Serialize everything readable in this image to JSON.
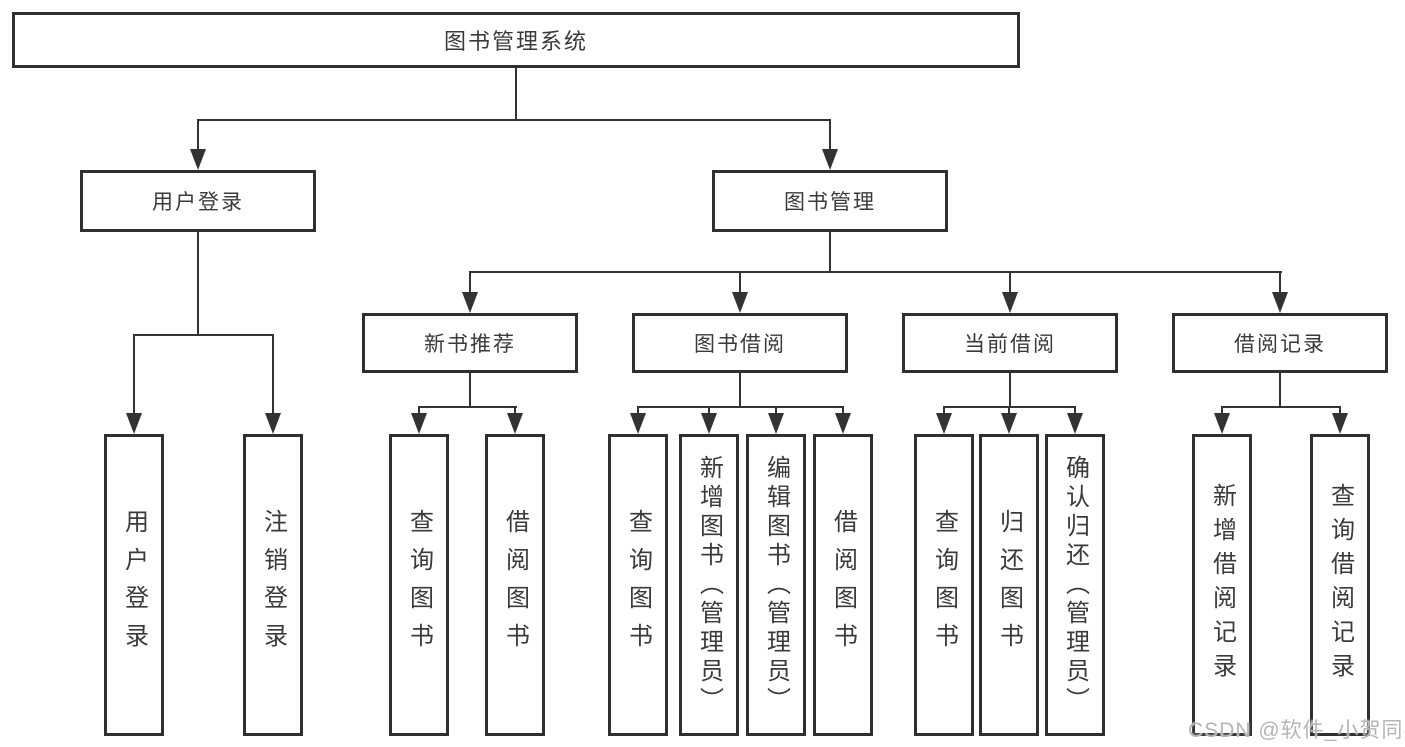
{
  "tree": {
    "root": {
      "label": "图书管理系统",
      "children": [
        {
          "label": "用户登录",
          "children": [
            {
              "label": "用户登录"
            },
            {
              "label": "注销登录"
            }
          ]
        },
        {
          "label": "图书管理",
          "children": [
            {
              "label": "新书推荐",
              "children": [
                {
                  "label": "查询图书"
                },
                {
                  "label": "借阅图书"
                }
              ]
            },
            {
              "label": "图书借阅",
              "children": [
                {
                  "label": "查询图书"
                },
                {
                  "label": "新增图书（管理员）"
                },
                {
                  "label": "编辑图书（管理员）"
                },
                {
                  "label": "借阅图书"
                }
              ]
            },
            {
              "label": "当前借阅",
              "children": [
                {
                  "label": "查询图书"
                },
                {
                  "label": "归还图书"
                },
                {
                  "label": "确认归还（管理员）"
                }
              ]
            },
            {
              "label": "借阅记录",
              "children": [
                {
                  "label": "新增借阅记录"
                },
                {
                  "label": "查询借阅记录"
                }
              ]
            }
          ]
        }
      ]
    }
  },
  "watermark": {
    "text": "CSDN @软件_小贺同学"
  },
  "colors": {
    "line": "#333333",
    "border": "#2f2f2f",
    "text": "#3a3a3a",
    "background": "#ffffff",
    "watermark": "#b5b5b5"
  }
}
